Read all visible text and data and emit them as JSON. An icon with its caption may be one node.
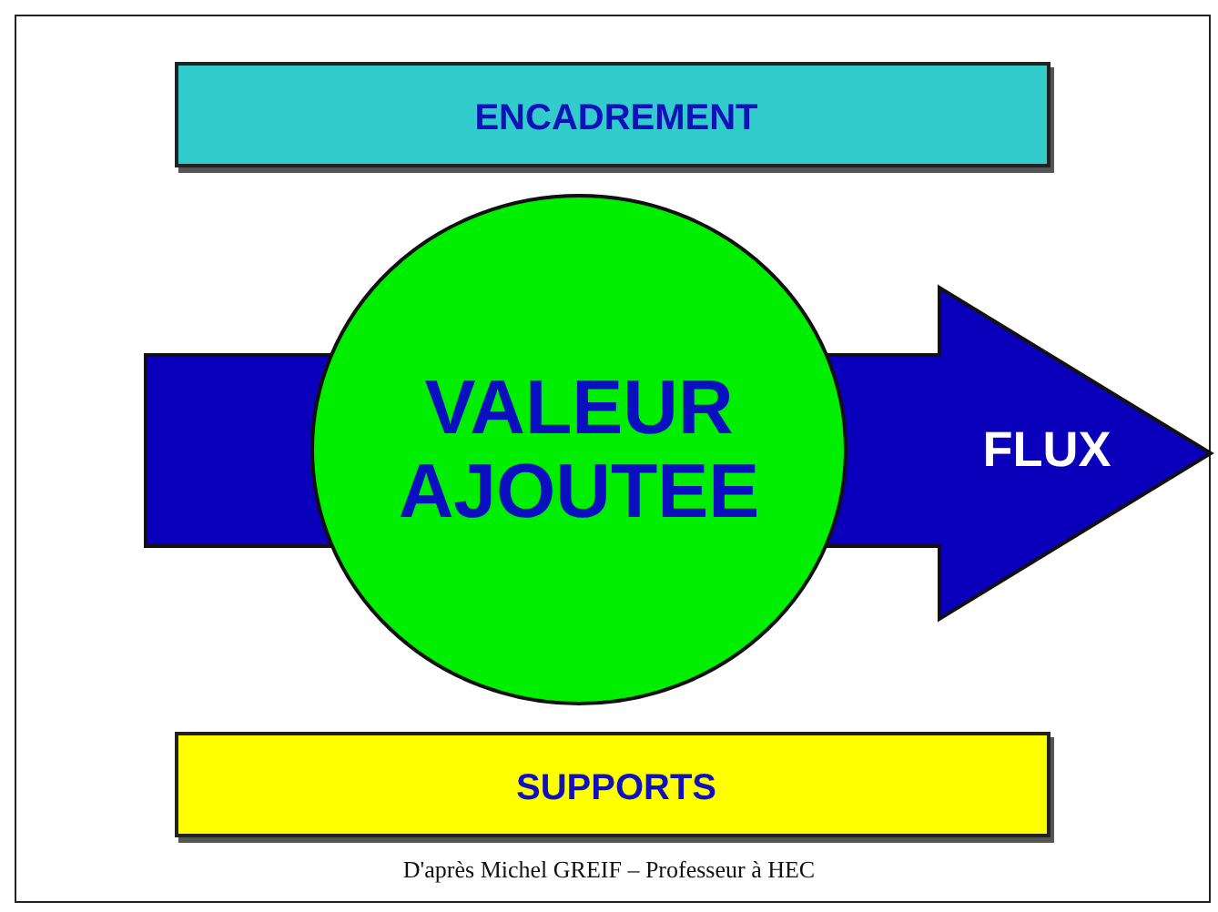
{
  "diagram": {
    "caption": "D'après Michel GREIF – Professeur à HEC",
    "nodes": [
      {
        "text": [
          "ENCADREMENT"
        ]
      },
      {
        "text": [
          "FLUX"
        ]
      },
      {
        "text": [
          "VALEUR AJOUTEE"
        ]
      },
      {
        "text": [
          "SUPPORTS"
        ]
      }
    ]
  }
}
